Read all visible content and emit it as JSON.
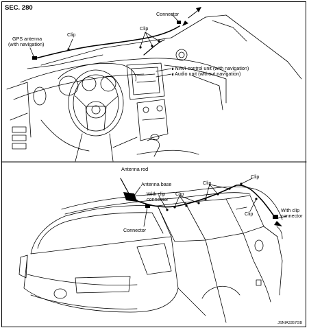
{
  "section": "SEC. 280",
  "top_diagram": {
    "labels": {
      "connector": "Connector",
      "clip_top": "Clip",
      "clip_left": "Clip",
      "gps_line1": "GPS antenna",
      "gps_line2": "(with navigation)",
      "navi": "NAVI control unit (with navigation)",
      "audio": "Audio unit (without navigation)"
    }
  },
  "bottom_diagram": {
    "labels": {
      "antenna_rod": "Antenna rod",
      "antenna_base": "Antenna base",
      "with_clip_connector_1a": "With clip",
      "with_clip_connector_1b": "connector",
      "clip_a": "Clip",
      "clip_b": "Clip",
      "clip_c": "Clip",
      "clip_d": "Clip",
      "connector": "Connector",
      "with_clip_connector_2a": "With clip",
      "with_clip_connector_2b": "connector"
    }
  },
  "figure_code": "JSNIA3357GB"
}
